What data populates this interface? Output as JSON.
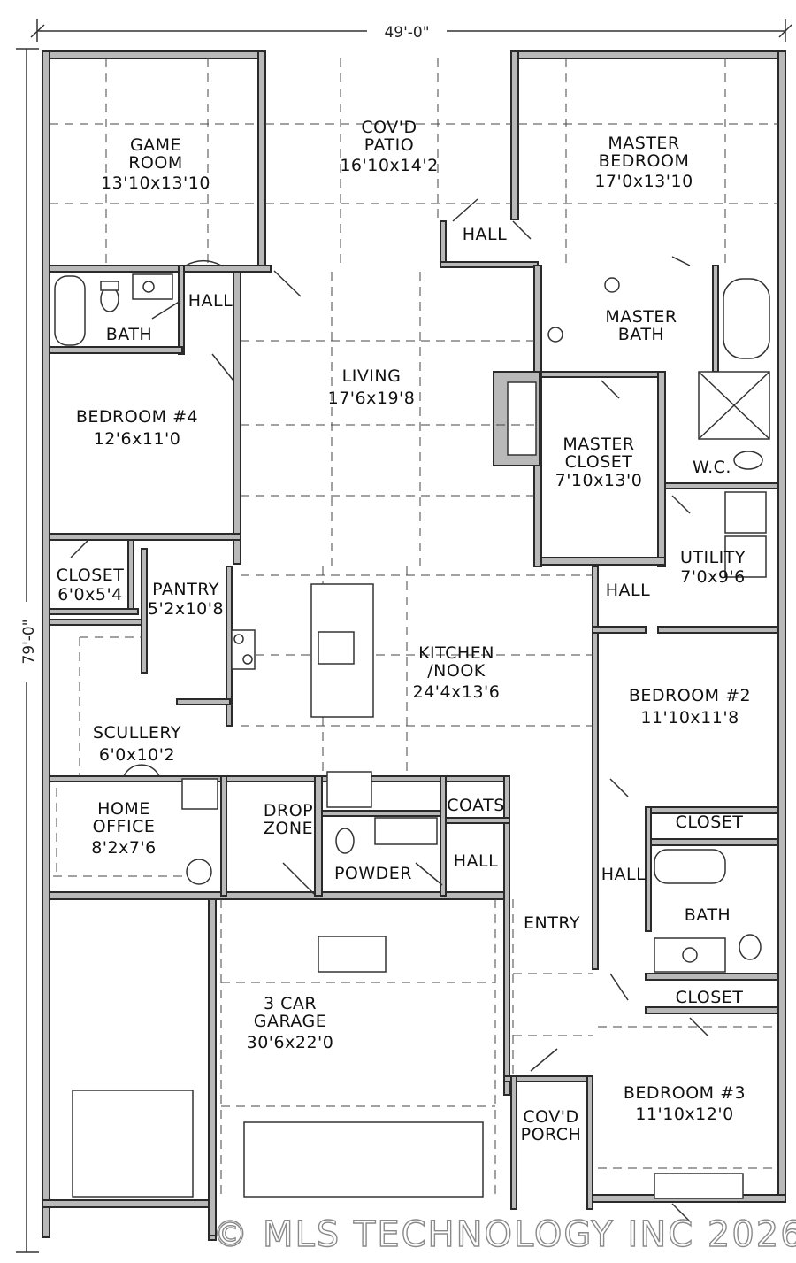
{
  "dimensions": {
    "width_label": "49'-0\"",
    "depth_label": "79'-0\""
  },
  "rooms": {
    "game_room": {
      "name": "GAME\nROOM",
      "size": "13'10x13'10"
    },
    "covd_patio": {
      "name": "COV'D\nPATIO",
      "size": "16'10x14'2"
    },
    "master_bedroom": {
      "name": "MASTER\nBEDROOM",
      "size": "17'0x13'10"
    },
    "hall_patio": {
      "name": "HALL"
    },
    "bath_upper": {
      "name": "BATH"
    },
    "hall_upper": {
      "name": "HALL"
    },
    "living": {
      "name": "LIVING",
      "size": "17'6x19'8"
    },
    "master_bath": {
      "name": "MASTER\nBATH"
    },
    "bedroom_4": {
      "name": "BEDROOM #4",
      "size": "12'6x11'0"
    },
    "master_closet": {
      "name": "MASTER\nCLOSET",
      "size": "7'10x13'0"
    },
    "wc": {
      "name": "W.C."
    },
    "closet_4": {
      "name": "CLOSET",
      "size": "6'0x5'4"
    },
    "pantry": {
      "name": "PANTRY",
      "size": "5'2x10'8"
    },
    "utility": {
      "name": "UTILITY",
      "size": "7'0x9'6"
    },
    "hall_utility": {
      "name": "HALL"
    },
    "kitchen": {
      "name": "KITCHEN\n/NOOK",
      "size": "24'4x13'6"
    },
    "bedroom_2": {
      "name": "BEDROOM #2",
      "size": "11'10x11'8"
    },
    "scullery": {
      "name": "SCULLERY",
      "size": "6'0x10'2"
    },
    "home_office": {
      "name": "HOME\nOFFICE",
      "size": "8'2x7'6"
    },
    "drop_zone": {
      "name": "DROP\nZONE"
    },
    "coats": {
      "name": "COATS"
    },
    "hall_coats": {
      "name": "HALL"
    },
    "powder": {
      "name": "POWDER"
    },
    "closet_2": {
      "name": "CLOSET"
    },
    "hall_beds": {
      "name": "HALL"
    },
    "bath_beds": {
      "name": "BATH"
    },
    "entry": {
      "name": "ENTRY"
    },
    "closet_3": {
      "name": "CLOSET"
    },
    "garage": {
      "name": "3 CAR\nGARAGE",
      "size": "30'6x22'0"
    },
    "bedroom_3": {
      "name": "BEDROOM #3",
      "size": "11'10x12'0"
    },
    "covd_porch": {
      "name": "COV'D\nPORCH"
    }
  },
  "watermark": "© MLS TECHNOLOGY INC 2026"
}
